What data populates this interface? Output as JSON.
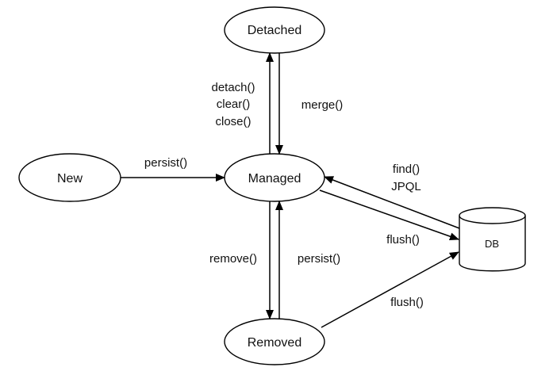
{
  "nodes": {
    "detached": "Detached",
    "new": "New",
    "managed": "Managed",
    "removed": "Removed",
    "db": "DB"
  },
  "edges": {
    "detach_labels": [
      "detach()",
      "clear()",
      "close()"
    ],
    "merge": "merge()",
    "persist_new": "persist()",
    "find_labels": [
      "find()",
      "JPQL"
    ],
    "flush_managed": "flush()",
    "remove": "remove()",
    "persist_removed": "persist()",
    "flush_removed": "flush()"
  },
  "colors": {
    "stroke": "#000000",
    "background": "#ffffff",
    "text": "#111111"
  }
}
